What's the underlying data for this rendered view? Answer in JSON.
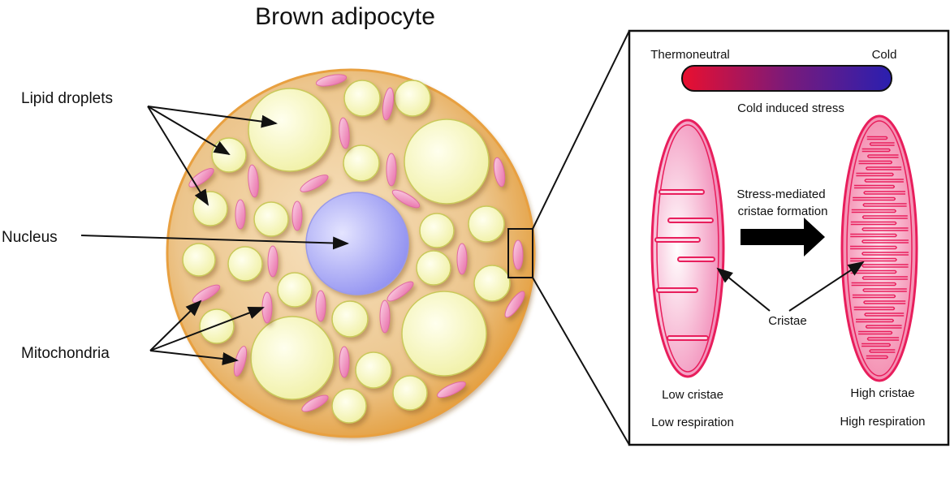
{
  "title": "Brown adipocyte",
  "labels": {
    "lipid_droplets": "Lipid droplets",
    "nucleus": "Nucleus",
    "mitochondria": "Mitochondria"
  },
  "inset": {
    "scale_left": "Thermoneutral",
    "scale_right": "Cold",
    "scale_caption": "Cold induced stress",
    "arrow_caption_line1": "Stress-mediated",
    "arrow_caption_line2": "cristae formation",
    "cristae_label": "Cristae",
    "left_line1": "Low cristae",
    "left_line2": "Low respiration",
    "right_line1": "High cristae",
    "right_line2": "High respiration"
  },
  "colors": {
    "cell_fill": "#f3c27a",
    "cell_rim": "#e69a2e",
    "droplet_fill": "#fbfbcc",
    "nucleus_fill": "#a8a8f0",
    "mito_pink": "#f08ab8",
    "mito_red": "#e8195a",
    "gradient_warm": "#e8123a",
    "gradient_cold": "#2c1ea8"
  }
}
